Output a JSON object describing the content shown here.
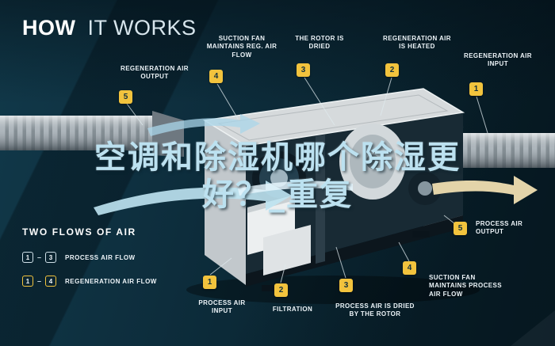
{
  "header": {
    "title_bold": "HOW",
    "title_light": "IT WORKS"
  },
  "watermark": {
    "line1": "空调和除湿机哪个除湿更",
    "line2": "好？_重复",
    "full_text": "空调和除湿机哪个除湿更好？_重复"
  },
  "diagram": {
    "regeneration_flow": [
      {
        "step": "5",
        "text": "REGENERATION AIR OUTPUT"
      },
      {
        "step": "4",
        "text": "SUCTION FAN MAINTAINS REG. AIR FLOW"
      },
      {
        "step": "3",
        "text": "THE ROTOR IS DRIED"
      },
      {
        "step": "2",
        "text": "REGENERATION AIR IS HEATED"
      },
      {
        "step": "1",
        "text": "REGENERATION AIR INPUT"
      }
    ],
    "process_flow": [
      {
        "step": "5",
        "text": "PROCESS AIR OUTPUT"
      },
      {
        "step": "4",
        "text": "SUCTION FAN MAINTAINS PROCESS AIR FLOW"
      },
      {
        "step": "3",
        "text": "PROCESS AIR IS DRIED BY THE ROTOR"
      },
      {
        "step": "2",
        "text": "FILTRATION"
      },
      {
        "step": "1",
        "text": "PROCESS AIR INPUT"
      }
    ]
  },
  "legend": {
    "title": "TWO FLOWS OF AIR",
    "rows": [
      {
        "start": "1",
        "end": "3",
        "label": "PROCESS AIR FLOW"
      },
      {
        "start": "1",
        "end": "4",
        "label": "REGENERATION AIR FLOW"
      }
    ]
  },
  "colors": {
    "background": "#0c2a37",
    "badge_yellow": "#f2c33d",
    "badge_text": "#14303d",
    "label_text": "#edf4f8",
    "watermark_blue": "#bce1f0",
    "airflow_blue": "#bfe4f2",
    "airflow_tan": "#e3d4a9",
    "machine_gray": "#d6dadc"
  }
}
